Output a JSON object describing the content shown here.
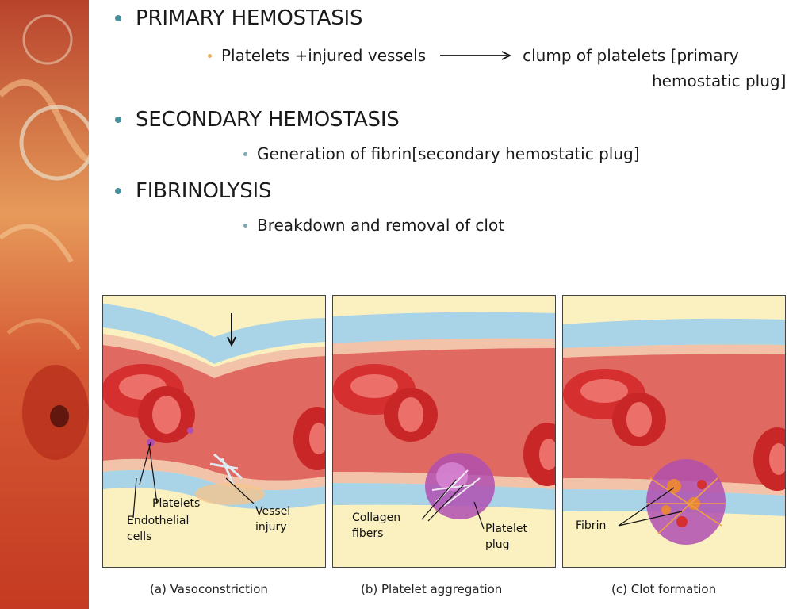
{
  "slide": {
    "sections": [
      {
        "heading": "PRIMARY HEMOSTASIS",
        "detail_left": "Platelets +injured  vessels",
        "detail_right": "clump of platelets [primary",
        "detail_right_cont": "hemostatic plug]"
      },
      {
        "heading": "SECONDARY HEMOSTASIS",
        "detail": "Generation of fibrin[secondary hemostatic plug]"
      },
      {
        "heading": "FIBRINOLYSIS",
        "detail": "Breakdown and removal of clot"
      }
    ]
  },
  "figure": {
    "panels": [
      {
        "caption": "(a) Vasoconstriction",
        "labels": {
          "platelets": "Platelets",
          "endothelial_1": "Endothelial",
          "endothelial_2": "cells",
          "vessel_1": "Vessel",
          "vessel_2": "injury"
        }
      },
      {
        "caption": "(b) Platelet aggregation",
        "labels": {
          "collagen_1": "Collagen",
          "collagen_2": "fibers",
          "plug_1": "Platelet",
          "plug_2": "plug"
        }
      },
      {
        "caption": "(c) Clot formation",
        "labels": {
          "fibrin": "Fibrin"
        }
      }
    ]
  },
  "colors": {
    "bullet": "#4a8f9c",
    "sub_bullet_gold": "#e8b25c",
    "vessel_wall": "#a9d3e6",
    "blood": "#e06060",
    "rbc": "#d62f2f",
    "tissue": "#fbf1c0",
    "platelet": "#b04fb0"
  }
}
